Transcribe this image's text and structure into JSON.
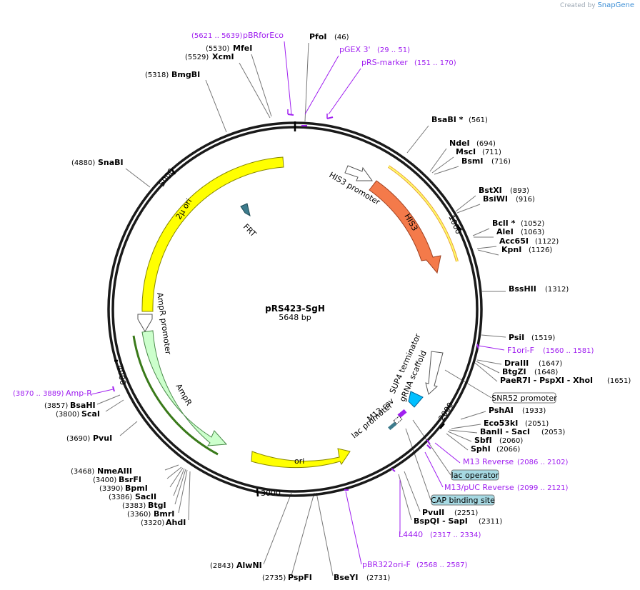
{
  "brand": {
    "created_by": "Created by",
    "name": "SnapGene"
  },
  "plasmid": {
    "name": "pRS423-SgH",
    "length": "5648 bp"
  },
  "colors": {
    "backbone": "#1a1a1a",
    "primer": "#a020f0",
    "leader": "#777777",
    "yellow": "#ffff00",
    "his3": "#f47a4a",
    "ampr": "#ccffcc",
    "promoter": "#ffffff",
    "frt": "#3d7b8c",
    "sup4": "#00bfff",
    "box": "#a6d9e3"
  },
  "tick_labels": [
    "1000",
    "2000",
    "3000",
    "4000",
    "5000"
  ],
  "sites": [
    {
      "name": "PfoI",
      "pos": "(46)"
    },
    {
      "name": "BsaBI *",
      "pos": "(561)"
    },
    {
      "name": "NdeI",
      "pos": "(694)"
    },
    {
      "name": "MscI",
      "pos": "(711)"
    },
    {
      "name": "BsmI",
      "pos": "(716)"
    },
    {
      "name": "BstXI",
      "pos": "(893)"
    },
    {
      "name": "BsiWI",
      "pos": "(916)"
    },
    {
      "name": "BclI *",
      "pos": "(1052)"
    },
    {
      "name": "AleI",
      "pos": "(1063)"
    },
    {
      "name": "Acc65I",
      "pos": "(1122)"
    },
    {
      "name": "KpnI",
      "pos": "(1126)"
    },
    {
      "name": "BssHII",
      "pos": "(1312)"
    },
    {
      "name": "PsiI",
      "pos": "(1519)"
    },
    {
      "name": "DraIII",
      "pos": "(1647)"
    },
    {
      "name": "BtgZI",
      "pos": "(1648)"
    },
    {
      "name": "PaeR7I  - PspXI  - XhoI",
      "pos": "(1651)"
    },
    {
      "name": "PshAI",
      "pos": "(1933)"
    },
    {
      "name": "Eco53kI",
      "pos": "(2051)"
    },
    {
      "name": "BanII  - SacI",
      "pos": "(2053)"
    },
    {
      "name": "SbfI",
      "pos": "(2060)"
    },
    {
      "name": "SphI",
      "pos": "(2066)"
    },
    {
      "name": "PvuII",
      "pos": "(2251)"
    },
    {
      "name": "BspQI  - SapI",
      "pos": "(2311)"
    },
    {
      "name": "BseYI",
      "pos": "(2731)"
    },
    {
      "name": "PspFI",
      "pos": "(2735)"
    },
    {
      "name": "AlwNI",
      "pos": "(2843)"
    },
    {
      "name": "AhdI",
      "pos": "(3320)"
    },
    {
      "name": "BmrI",
      "pos": "(3360)"
    },
    {
      "name": "BtgI",
      "pos": "(3383)"
    },
    {
      "name": "SacII",
      "pos": "(3386)"
    },
    {
      "name": "BpmI",
      "pos": "(3390)"
    },
    {
      "name": "BsrFI",
      "pos": "(3400)"
    },
    {
      "name": "NmeAIII",
      "pos": "(3468)"
    },
    {
      "name": "PvuI",
      "pos": "(3690)"
    },
    {
      "name": "ScaI",
      "pos": "(3800)"
    },
    {
      "name": "BsaHI",
      "pos": "(3857)"
    },
    {
      "name": "SnaBI",
      "pos": "(4880)"
    },
    {
      "name": "BmgBI",
      "pos": "(5318)"
    },
    {
      "name": "XcmI",
      "pos": "(5529)"
    },
    {
      "name": "MfeI",
      "pos": "(5530)"
    }
  ],
  "primers": [
    {
      "name": "pBRforEco",
      "range": "(5621 .. 5639)"
    },
    {
      "name": "pGEX 3'",
      "range": "(29 .. 51)"
    },
    {
      "name": "pRS-marker",
      "range": "(151 .. 170)"
    },
    {
      "name": "F1ori-F",
      "range": "(1560 .. 1581)"
    },
    {
      "name": "M13 Reverse",
      "range": "(2086 .. 2102)"
    },
    {
      "name": "M13/pUC Reverse",
      "range": "(2099 .. 2121)"
    },
    {
      "name": "L4440",
      "range": "(2317 .. 2334)"
    },
    {
      "name": "pBR322ori-F",
      "range": "(2568 .. 2587)"
    },
    {
      "name": "Amp-R",
      "range": "(3870 .. 3889)"
    }
  ],
  "boxed_features": [
    {
      "name": "SNR52 promoter"
    },
    {
      "name": "lac operator"
    },
    {
      "name": "CAP binding site"
    }
  ],
  "features": [
    {
      "name": "HIS3 promoter"
    },
    {
      "name": "HIS3"
    },
    {
      "name": "2μ ori"
    },
    {
      "name": "FRT"
    },
    {
      "name": "AmpR promoter"
    },
    {
      "name": "AmpR"
    },
    {
      "name": "ori"
    },
    {
      "name": "SUP4 terminator"
    },
    {
      "name": "gRNA scaffold"
    },
    {
      "name": "M13 rev"
    },
    {
      "name": "lac promoter"
    }
  ]
}
